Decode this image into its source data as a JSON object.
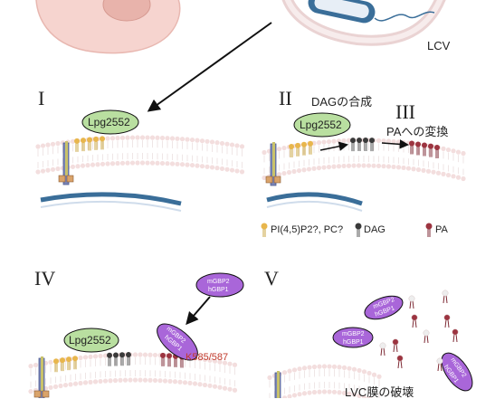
{
  "labels": {
    "lcv": "LCV",
    "panel1": "I",
    "panel2": "II",
    "panel3": "III",
    "panel4": "IV",
    "panel5": "V",
    "dag_synthesis": "DAGの合成",
    "pa_conversion": "PAへの変換",
    "lpg": "Lpg2552",
    "mgbp2": "mGBP2",
    "hgbp1": "hGBP1",
    "k585": "K585/587",
    "rupture": "LVC膜の破壊"
  },
  "legend": [
    {
      "label": "PI(4,5)P2?, PC?",
      "color": "#e8b64c"
    },
    {
      "label": "DAG",
      "color": "#3a3a3a"
    },
    {
      "label": "PA",
      "color": "#9c3440"
    }
  ],
  "colors": {
    "membrane_head": "#f3dede",
    "membrane_tail": "#efe6e6",
    "lpg_fill": "#b9dfa0",
    "gbp_fill": "#a966d9",
    "cell_fill": "#f6d4cf",
    "nucleus_fill": "#e8b3ab",
    "bacteria": "#3a6e99"
  }
}
